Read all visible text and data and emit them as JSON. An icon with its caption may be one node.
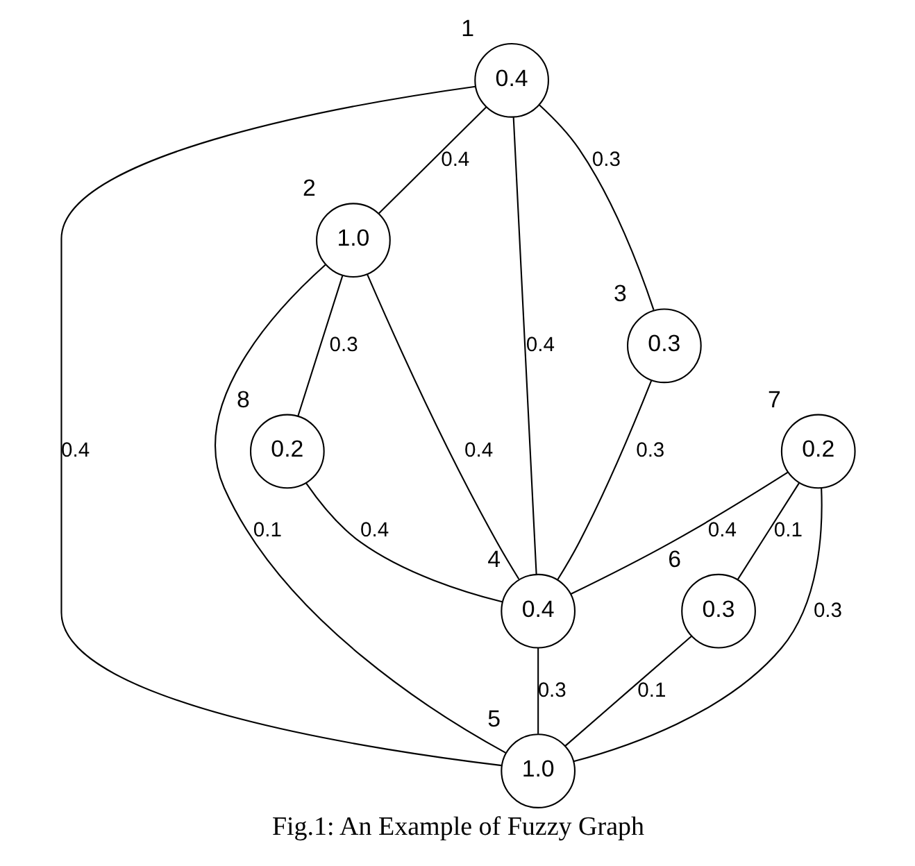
{
  "diagram": {
    "caption": "Fig.1: An Example of Fuzzy Graph",
    "nodes": [
      {
        "text": [
          "0.4"
        ],
        "beside": [
          "1"
        ]
      },
      {
        "text": [
          "1.0"
        ],
        "beside": [
          "2"
        ]
      },
      {
        "text": [
          "0.3"
        ],
        "beside": [
          "3"
        ]
      },
      {
        "text": [
          "0.4"
        ],
        "beside": [
          "4"
        ]
      },
      {
        "text": [
          "1.0"
        ],
        "beside": [
          "5"
        ]
      },
      {
        "text": [
          "0.3"
        ],
        "beside": [
          "6"
        ]
      },
      {
        "text": [
          "0.2"
        ],
        "beside": [
          "7"
        ]
      },
      {
        "text": [
          "0.2"
        ],
        "beside": [
          "8"
        ]
      }
    ],
    "edges": [
      {
        "from": 0,
        "to": 1,
        "arrow": "none",
        "label": "0.4"
      },
      {
        "from": 1,
        "to": 7,
        "arrow": "none",
        "label": "0.3"
      },
      {
        "from": 7,
        "to": 3,
        "arrow": "none",
        "label": "0.4"
      },
      {
        "from": 0,
        "to": 2,
        "arrow": "none",
        "label": "0.3"
      },
      {
        "from": 0,
        "to": 3,
        "arrow": "none",
        "label": "0.4"
      },
      {
        "from": 0,
        "to": 4,
        "arrow": "none",
        "label": "0.4"
      },
      {
        "from": 1,
        "to": 3,
        "arrow": "none",
        "label": "0.4"
      },
      {
        "from": 1,
        "to": 4,
        "arrow": "none",
        "label": "0.1"
      },
      {
        "from": 2,
        "to": 3,
        "arrow": "none",
        "label": "0.3"
      },
      {
        "from": 3,
        "to": 4,
        "arrow": "none",
        "label": "0.3"
      },
      {
        "from": 6,
        "to": 3,
        "arrow": "none",
        "label": "0.4"
      },
      {
        "from": 6,
        "to": 4,
        "arrow": "none",
        "label": "0.3"
      },
      {
        "from": 6,
        "to": 5,
        "arrow": "none",
        "label": "0.1"
      },
      {
        "from": 5,
        "to": 4,
        "arrow": "none",
        "label": "0.1"
      }
    ]
  }
}
